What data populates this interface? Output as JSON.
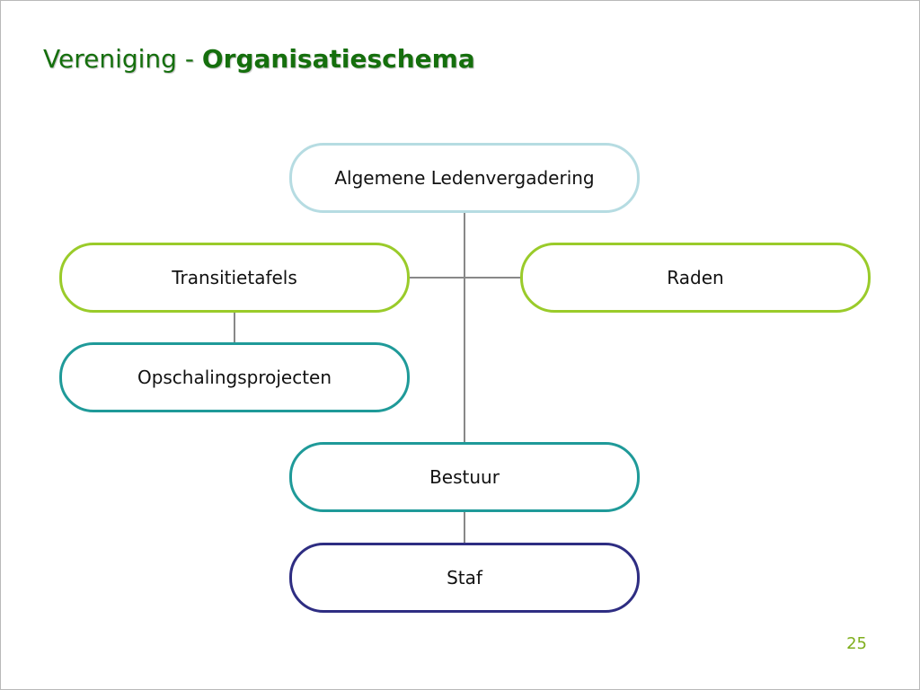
{
  "title": {
    "prefix": "Vereniging - ",
    "bold": "Organisatieschema"
  },
  "nodes": {
    "alv": "Algemene Ledenvergadering",
    "transitietafels": "Transitietafels",
    "raden": "Raden",
    "opschalingsprojecten": "Opschalingsprojecten",
    "bestuur": "Bestuur",
    "staf": "Staf"
  },
  "colors": {
    "title": "#156f0d",
    "alv_border": "#b6dce2",
    "green_border": "#9acb2a",
    "teal_border": "#1f9a99",
    "navy_border": "#2e2d82",
    "connector": "#888888",
    "page_number": "#7fae1c"
  },
  "page_number": "25"
}
